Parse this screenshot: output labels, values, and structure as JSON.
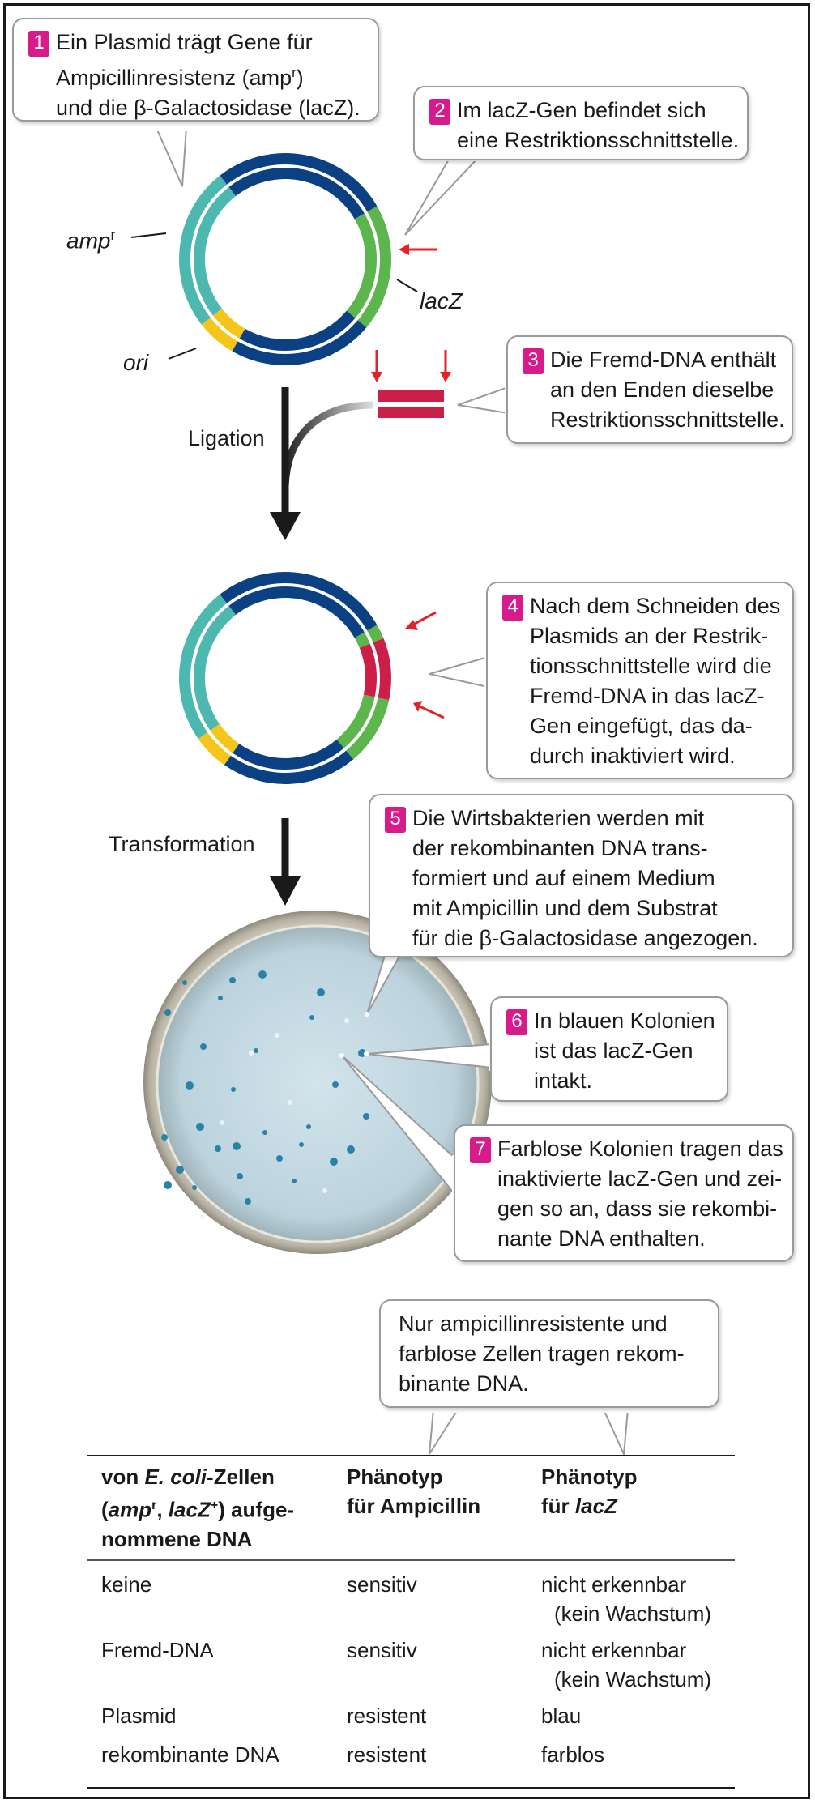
{
  "callouts": [
    {
      "num": "1",
      "lines": [
        "Ein Plasmid trägt Gene für",
        "Ampicillinresistenz (amp",
        "und die β-Galactosidase (lacZ)."
      ],
      "sup": "r",
      "tail": ")"
    },
    {
      "num": "2",
      "lines": [
        "Im lacZ-Gen befindet sich",
        "eine Restriktionsschnittstelle."
      ]
    },
    {
      "num": "3",
      "lines": [
        "Die Fremd-DNA enthält",
        "an den Enden dieselbe",
        "Restriktionsschnittstelle."
      ]
    },
    {
      "num": "4",
      "lines": [
        "Nach dem Schneiden des",
        "Plasmids an der Restrik-",
        "tionsschnittstelle wird die",
        "Fremd-DNA in das lacZ-",
        "Gen eingefügt, das da-",
        "durch inaktiviert wird."
      ]
    },
    {
      "num": "5",
      "lines": [
        "Die Wirtsbakterien werden mit",
        "der rekombinanten DNA trans-",
        "formiert und auf einem Medium",
        "mit Ampicillin und dem Substrat",
        "für die β-Galactosidase angezogen."
      ]
    },
    {
      "num": "6",
      "lines": [
        "In blauen Kolonien",
        "ist das lacZ-Gen",
        "intakt."
      ]
    },
    {
      "num": "7",
      "lines": [
        "Farblose Kolonien tragen das",
        "inaktivierte lacZ-Gen und zei-",
        "gen so an, dass sie rekombi-",
        "nante DNA enthalten."
      ]
    }
  ],
  "summary_callout": {
    "lines": [
      "Nur ampicillinresistente und",
      "farblose Zellen tragen rekom-",
      "binante DNA."
    ]
  },
  "plasmid_labels": {
    "ampr": "amp",
    "ampr_sup": "r",
    "ori": "ori",
    "lacz": "lacZ"
  },
  "step_labels": {
    "ligation": "Ligation",
    "transformation": "Transformation"
  },
  "table": {
    "headers": [
      [
        "von E. coli-Zellen",
        "(amp",
        "r",
        ", lacZ",
        "+",
        ") aufge-",
        "nommene DNA"
      ],
      [
        "Phänotyp",
        "für Ampicillin"
      ],
      [
        "Phänotyp",
        "für lacZ"
      ]
    ],
    "rows": [
      {
        "dna": "keine",
        "amp": "sensitiv",
        "lacz": [
          "nicht erkennbar",
          "(kein Wachstum)"
        ]
      },
      {
        "dna": "Fremd-DNA",
        "amp": "sensitiv",
        "lacz": [
          "nicht erkennbar",
          "(kein Wachstum)"
        ]
      },
      {
        "dna": "Plasmid",
        "amp": "resistent",
        "lacz": [
          "blau"
        ]
      },
      {
        "dna": "rekombinante DNA",
        "amp": "resistent",
        "lacz": [
          "farblos"
        ]
      }
    ]
  },
  "colors": {
    "navy": "#0b4182",
    "teal": "#4db8b0",
    "green": "#5cb54d",
    "yellow": "#f6c51c",
    "red": "#cc1f47",
    "arrow_red": "#e3222a",
    "badge": "#d81b8a",
    "plate": "#c8dde6"
  }
}
